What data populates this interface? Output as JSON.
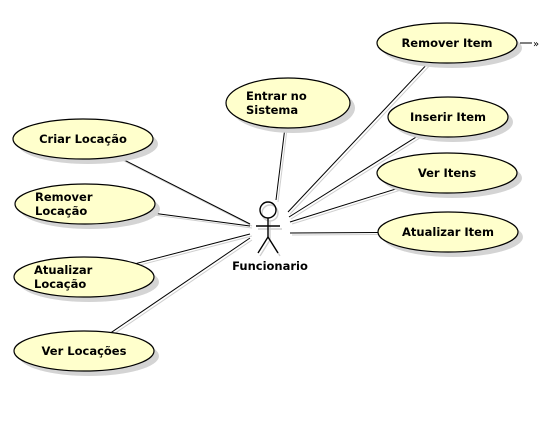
{
  "actor": {
    "name": "Funcionario"
  },
  "use_cases": [
    {
      "id": "uc-criar-locacao",
      "lines": [
        "Criar Locação"
      ]
    },
    {
      "id": "uc-remover-locacao",
      "lines": [
        "Remover",
        "Locação"
      ]
    },
    {
      "id": "uc-atualizar-locacao",
      "lines": [
        "Atualizar",
        "Locação"
      ]
    },
    {
      "id": "uc-ver-locacoes",
      "lines": [
        "Ver Locações"
      ]
    },
    {
      "id": "uc-entrar-sistema",
      "lines": [
        "Entrar no",
        "Sistema"
      ]
    },
    {
      "id": "uc-remover-item",
      "lines": [
        "Remover Item"
      ]
    },
    {
      "id": "uc-inserir-item",
      "lines": [
        "Inserir Item"
      ]
    },
    {
      "id": "uc-ver-itens",
      "lines": [
        "Ver Itens"
      ]
    },
    {
      "id": "uc-atualizar-item",
      "lines": [
        "Atualizar Item"
      ]
    }
  ],
  "overflow_marker": "»"
}
